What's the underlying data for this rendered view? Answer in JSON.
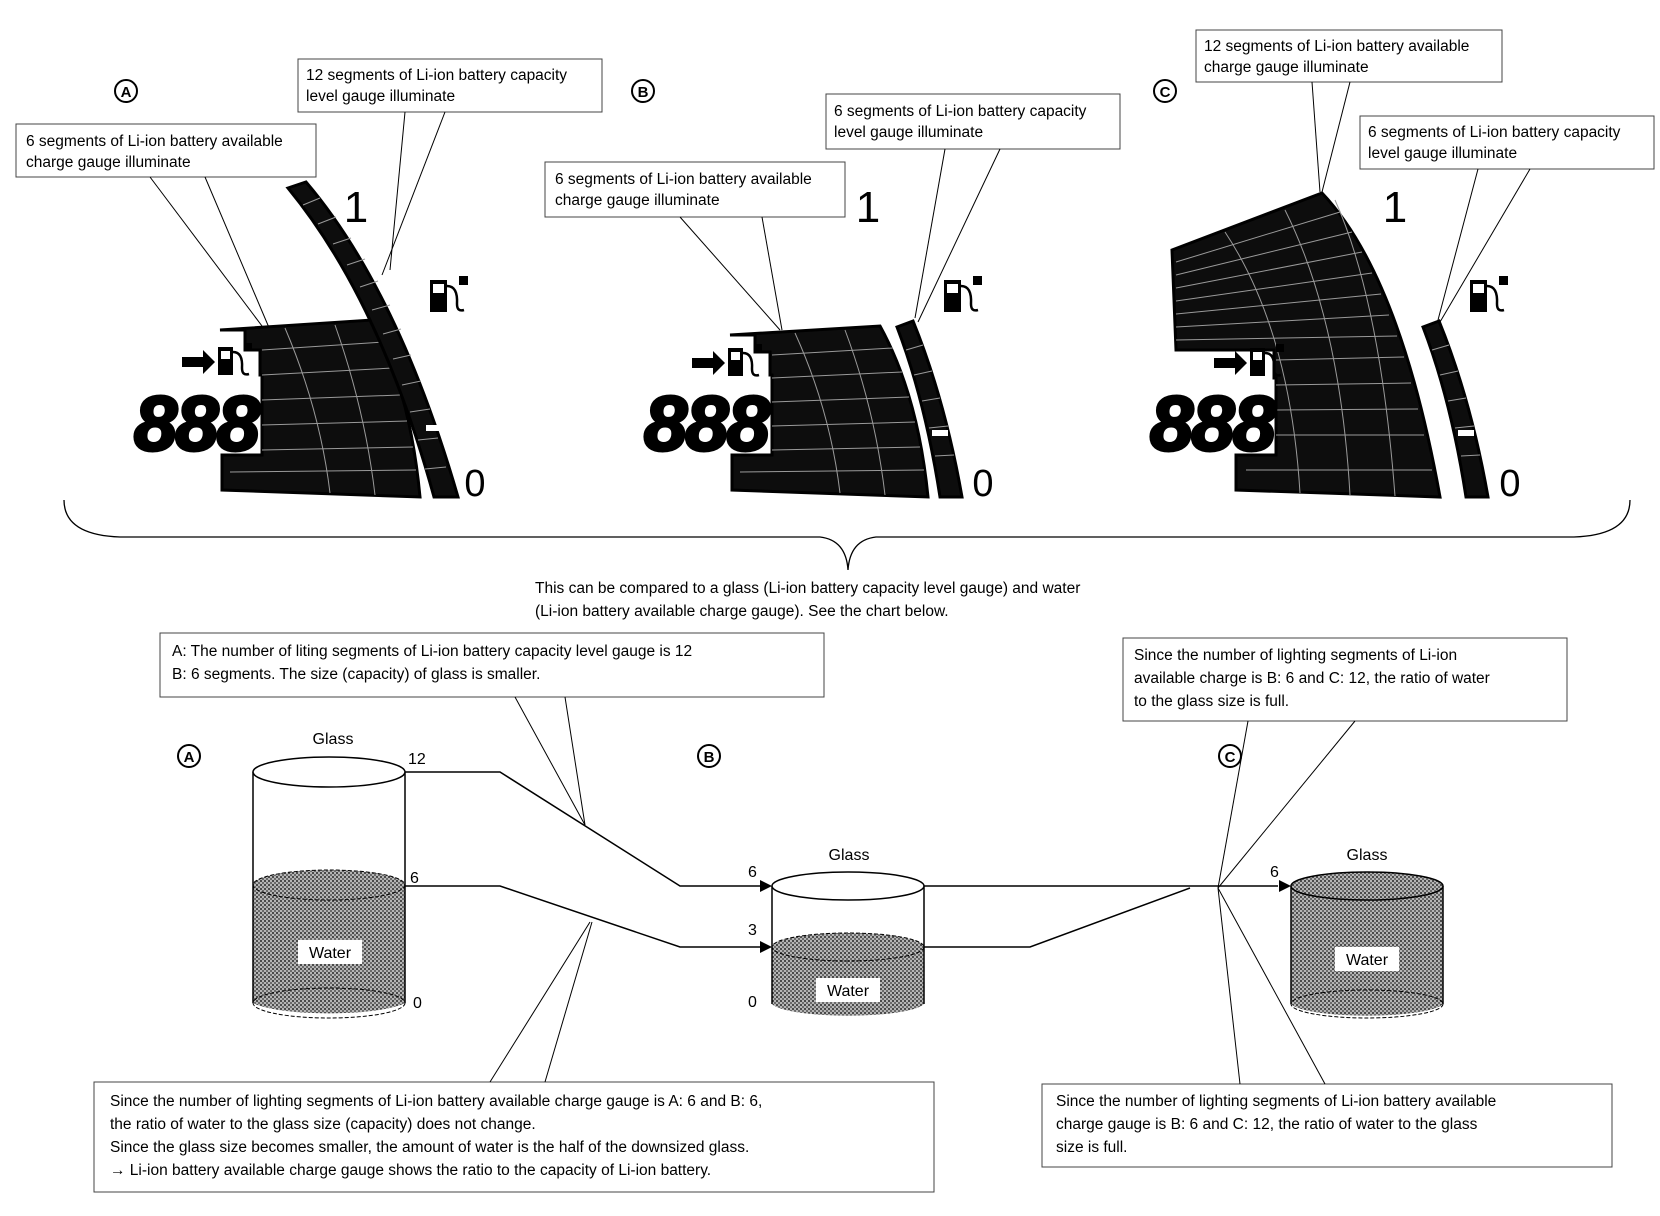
{
  "panels": {
    "a": {
      "letter": "A",
      "callout_top": [
        "12 segments of Li-ion battery capacity",
        "level gauge illuminate"
      ],
      "callout_side": [
        "6 segments of Li-ion battery available",
        "charge gauge illuminate"
      ],
      "capacity_segments": 12,
      "available_segments": 6
    },
    "b": {
      "letter": "B",
      "callout_top": [
        "6 segments of Li-ion battery capacity",
        "level gauge illuminate"
      ],
      "callout_side": [
        "6 segments of Li-ion battery available",
        "charge gauge illuminate"
      ],
      "capacity_segments": 6,
      "available_segments": 6
    },
    "c": {
      "letter": "C",
      "callout_top": [
        "12 segments of Li-ion battery available",
        "charge gauge illuminate"
      ],
      "callout_side": [
        "6 segments of Li-ion battery capacity",
        "level gauge illuminate"
      ],
      "capacity_segments": 6,
      "available_segments": 12
    }
  },
  "gauge": {
    "top_label": "1",
    "bottom_label": "0",
    "digits": "888"
  },
  "intro": [
    "This can be compared to a glass (Li-ion battery capacity level gauge) and water",
    "(Li-ion battery available charge gauge). See the chart below."
  ],
  "note_ab_top": [
    "A: The number of liting segments of Li-ion battery capacity level gauge is 12",
    "B: 6 segments. The size (capacity) of glass is smaller."
  ],
  "note_bc_top": [
    "Since the number of lighting segments of Li-ion",
    "available charge is B: 6 and C: 12, the ratio of water",
    "to the glass size is full."
  ],
  "note_ab_bottom": [
    "Since the number of lighting segments of Li-ion battery available charge gauge is A: 6 and B: 6,",
    "the ratio of water to the glass size (capacity) does not change.",
    "Since the glass size becomes smaller, the amount of water is the half of the downsized glass.",
    "→ Li-ion battery available charge gauge shows the ratio to the capacity of Li-ion battery."
  ],
  "note_bc_bottom": [
    "Since the number of lighting segments of Li-ion battery available",
    "charge gauge is B: 6 and C: 12, the ratio of water to the glass",
    "size is full."
  ],
  "glasses": {
    "glass_label": "Glass",
    "water_label": "Water",
    "a": {
      "letter": "A",
      "levels": [
        "12",
        "6",
        "0"
      ]
    },
    "b": {
      "letter": "B",
      "levels": [
        "6",
        "3",
        "0"
      ]
    },
    "c": {
      "letter": "C",
      "levels": [
        "6"
      ]
    }
  },
  "colors": {
    "ink": "#000000",
    "lcd": "#0d0d0d",
    "grid": "#9a9a9a",
    "water": "#8a8a8a"
  }
}
